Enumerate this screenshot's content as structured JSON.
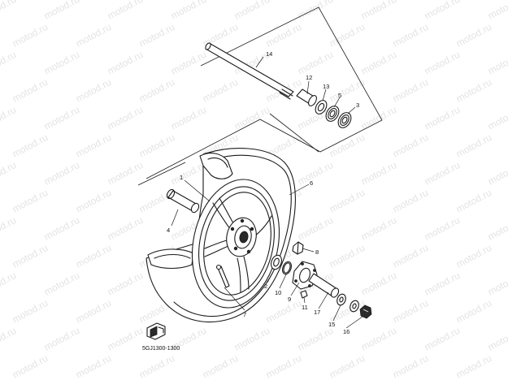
{
  "watermark": {
    "text": "motod.ru",
    "color": "#e4e4e4"
  },
  "callouts": [
    {
      "number": "1"
    },
    {
      "number": "2"
    },
    {
      "number": "3"
    },
    {
      "number": "4"
    },
    {
      "number": "5"
    },
    {
      "number": "6"
    },
    {
      "number": "7"
    },
    {
      "number": "8"
    },
    {
      "number": "9"
    },
    {
      "number": "10"
    },
    {
      "number": "11"
    },
    {
      "number": "12"
    },
    {
      "number": "13"
    },
    {
      "number": "14"
    },
    {
      "number": "15"
    },
    {
      "number": "16"
    },
    {
      "number": "17"
    }
  ],
  "diagram_code": "5GJ1300-1300",
  "icons": {
    "front_direction_marker": "front-direction-icon"
  }
}
